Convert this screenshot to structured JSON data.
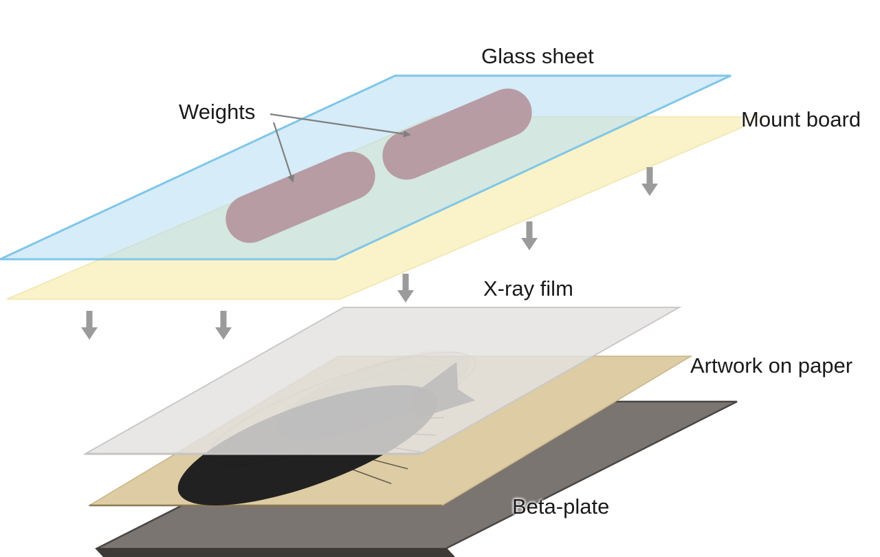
{
  "diagram": {
    "labels": {
      "glass_sheet": "Glass sheet",
      "mount_board": "Mount board",
      "weights": "Weights",
      "xray_film": "X-ray film",
      "artwork": "Artwork on paper",
      "beta_plate": "Beta-plate"
    },
    "colors": {
      "glass_fill": "#b5ddf2",
      "glass_edge": "#7fc6e9",
      "mount_fill": "#faf3c9",
      "weight_fill": "#b28e98",
      "film_fill": "#e3e2e1",
      "film_edge": "#c9c9c9",
      "paper_fill": "#ddcca4",
      "paper_edge": "#8c7950",
      "plate_fill": "#7b7572",
      "plate_edge": "#3c3936",
      "arrow": "#9b9b9b",
      "pointer": "#7f7f7f",
      "ink": "#17171a"
    }
  }
}
